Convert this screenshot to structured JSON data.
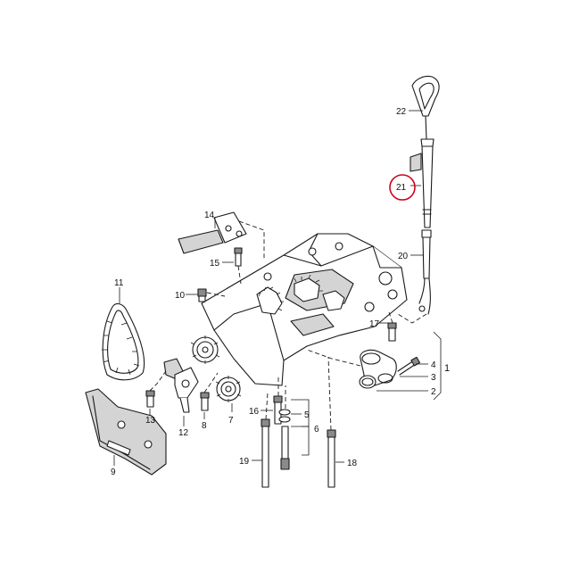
{
  "callouts": {
    "c1": "1",
    "c2": "2",
    "c3": "3",
    "c4": "4",
    "c5": "5",
    "c6": "6",
    "c7": "7",
    "c8": "8",
    "c9": "9",
    "c10": "10",
    "c11": "11",
    "c12": "12",
    "c13": "13",
    "c14": "14",
    "c15": "15",
    "c16": "16",
    "c17": "17",
    "c18": "18",
    "c19": "19",
    "c20": "20",
    "c21": "21",
    "c22": "22"
  },
  "highlight": {
    "part": "21",
    "ring_color": "#d0021b"
  },
  "colors": {
    "line": "#1a1a1a",
    "shade": "#d4d4d4"
  }
}
